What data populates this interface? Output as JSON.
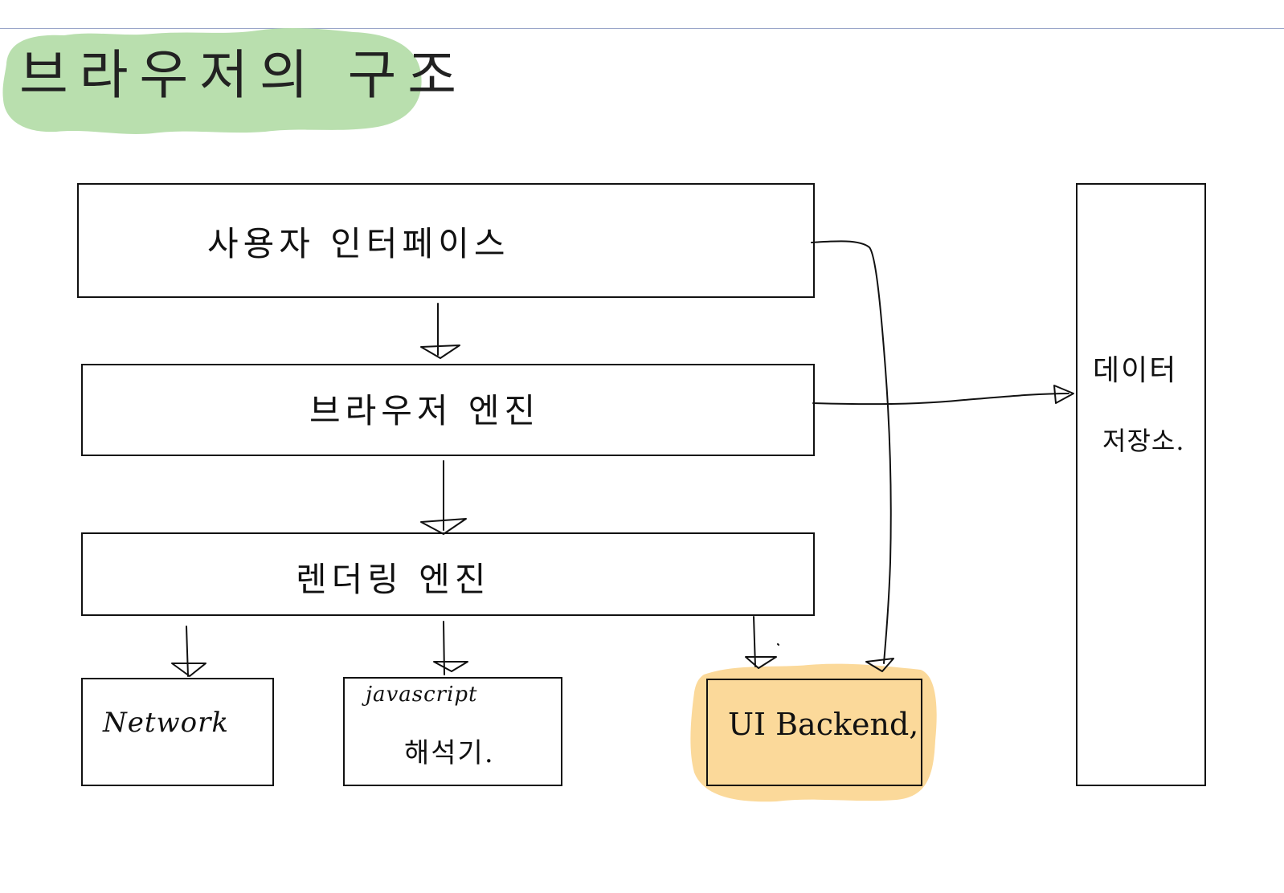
{
  "title": "브라우저의 구조",
  "boxes": {
    "user_interface": "사용자 인터페이스",
    "browser_engine": "브라우저 엔진",
    "rendering_engine": "렌더링 엔진",
    "network": "Network",
    "js_interpreter_line1": "javascript",
    "js_interpreter_line2": "해석기.",
    "ui_backend": "UI Backend,",
    "data_storage_line1": "데이터",
    "data_storage_line2": "저장소."
  },
  "colors": {
    "title_highlight": "#b9dfae",
    "backend_highlight": "#fbd99a",
    "rule": "#9aa6c9",
    "ink": "#111111"
  }
}
